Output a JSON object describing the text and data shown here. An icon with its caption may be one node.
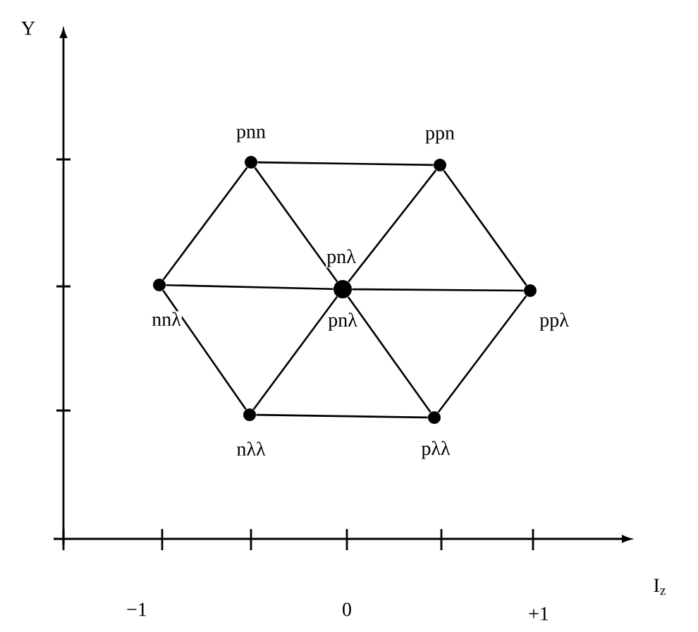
{
  "diagram": {
    "nodes": [
      {
        "text": [],
        "shape": "circle",
        "beside": [
          "pnn"
        ]
      },
      {
        "text": [],
        "shape": "circle",
        "beside": [
          "ppn"
        ]
      },
      {
        "text": [],
        "shape": "circle",
        "beside": [
          "nnλ"
        ]
      },
      {
        "text": [],
        "shape": "circle",
        "beside": [
          "pnλ",
          "pnλ"
        ]
      },
      {
        "text": [],
        "shape": "circle",
        "beside": [
          "ppλ"
        ]
      },
      {
        "text": [],
        "shape": "circle",
        "beside": [
          "nλλ"
        ]
      },
      {
        "text": [],
        "shape": "circle",
        "beside": [
          "pλλ"
        ]
      }
    ],
    "edges": [
      {
        "from": 0,
        "to": 1,
        "arrow": "none"
      },
      {
        "from": 1,
        "to": 4,
        "arrow": "none"
      },
      {
        "from": 4,
        "to": 6,
        "arrow": "none"
      },
      {
        "from": 6,
        "to": 5,
        "arrow": "none"
      },
      {
        "from": 5,
        "to": 2,
        "arrow": "none"
      },
      {
        "from": 2,
        "to": 0,
        "arrow": "none"
      },
      {
        "from": 0,
        "to": 3,
        "arrow": "none"
      },
      {
        "from": 3,
        "to": 6,
        "arrow": "none"
      },
      {
        "from": 1,
        "to": 3,
        "arrow": "none"
      },
      {
        "from": 3,
        "to": 5,
        "arrow": "none"
      },
      {
        "from": 2,
        "to": 3,
        "arrow": "none"
      },
      {
        "from": 3,
        "to": 4,
        "arrow": "none"
      }
    ],
    "labels": [
      "Y",
      "I$_{z}$",
      "−1",
      "0",
      "+1"
    ]
  }
}
